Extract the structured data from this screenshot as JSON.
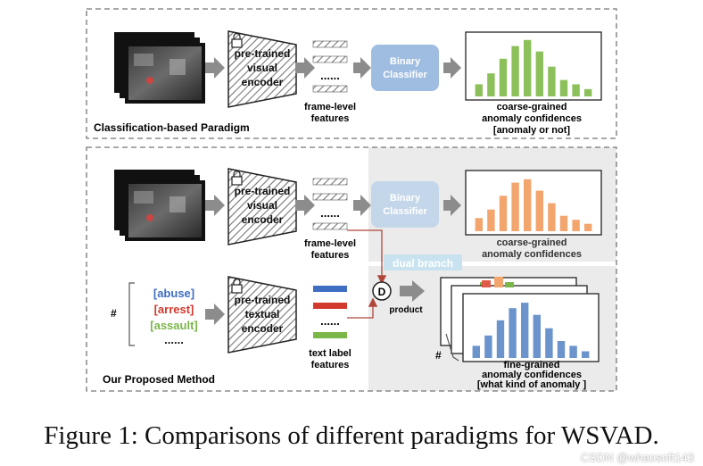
{
  "top_panel": {
    "title": "Classification-based Paradigm",
    "encoder": [
      "pre-trained",
      "visual",
      "encoder"
    ],
    "dots": "......",
    "features": [
      "frame-level",
      "features"
    ],
    "classifier": [
      "Binary",
      "Classifier"
    ],
    "chart_caption": [
      "coarse-grained",
      "anomaly confidences",
      "[anomaly or not]"
    ]
  },
  "bottom_panel": {
    "title": "Our Proposed Method",
    "visual_encoder": [
      "pre-trained",
      "visual",
      "encoder"
    ],
    "dots": "......",
    "visual_features": [
      "frame-level",
      "features"
    ],
    "classifier": [
      "Binary",
      "Classifier"
    ],
    "coarse_caption": [
      "coarse-grained",
      "anomaly confidences"
    ],
    "dual_branch": "dual branch",
    "hash": "#",
    "labels": [
      {
        "text": "[abuse]",
        "color": "#3f6fc2"
      },
      {
        "text": "[arrest]",
        "color": "#d23a2e"
      },
      {
        "text": "[assault]",
        "color": "#7ab648"
      },
      {
        "text": "......",
        "color": "#111111"
      }
    ],
    "textual_encoder": [
      "pre-trained",
      "textual",
      "encoder"
    ],
    "text_features": [
      "text label",
      "features"
    ],
    "product_symbol": "D",
    "product_label": "product",
    "fine_caption": [
      "fine-grained",
      "anomaly confidences",
      "[what kind of anomaly ]"
    ]
  },
  "colors": {
    "green": "#8cc05a",
    "orange": "#f2a56d",
    "blue": "#6b93cc",
    "classifier": "#9fbde0",
    "gray_arrow": "#8c8c8c",
    "red_line": "#b0463a"
  },
  "chart_data": [
    {
      "type": "bar",
      "name": "coarse-grained (classification-based)",
      "values": [
        0.2,
        0.38,
        0.62,
        0.83,
        0.93,
        0.74,
        0.49,
        0.27,
        0.2,
        0.12
      ],
      "ylim": [
        0,
        1
      ]
    },
    {
      "type": "bar",
      "name": "coarse-grained (proposed)",
      "values": [
        0.23,
        0.38,
        0.62,
        0.85,
        0.91,
        0.71,
        0.49,
        0.27,
        0.2,
        0.13
      ],
      "ylim": [
        0,
        1
      ]
    },
    {
      "type": "bar",
      "name": "fine-grained (proposed)",
      "values": [
        0.2,
        0.37,
        0.62,
        0.82,
        0.91,
        0.71,
        0.49,
        0.28,
        0.2,
        0.11
      ],
      "ylim": [
        0,
        1
      ]
    }
  ],
  "caption": "Figure 1: Comparisons of different paradigms for WSVAD.",
  "watermark": "CSDN @whaosoft143"
}
